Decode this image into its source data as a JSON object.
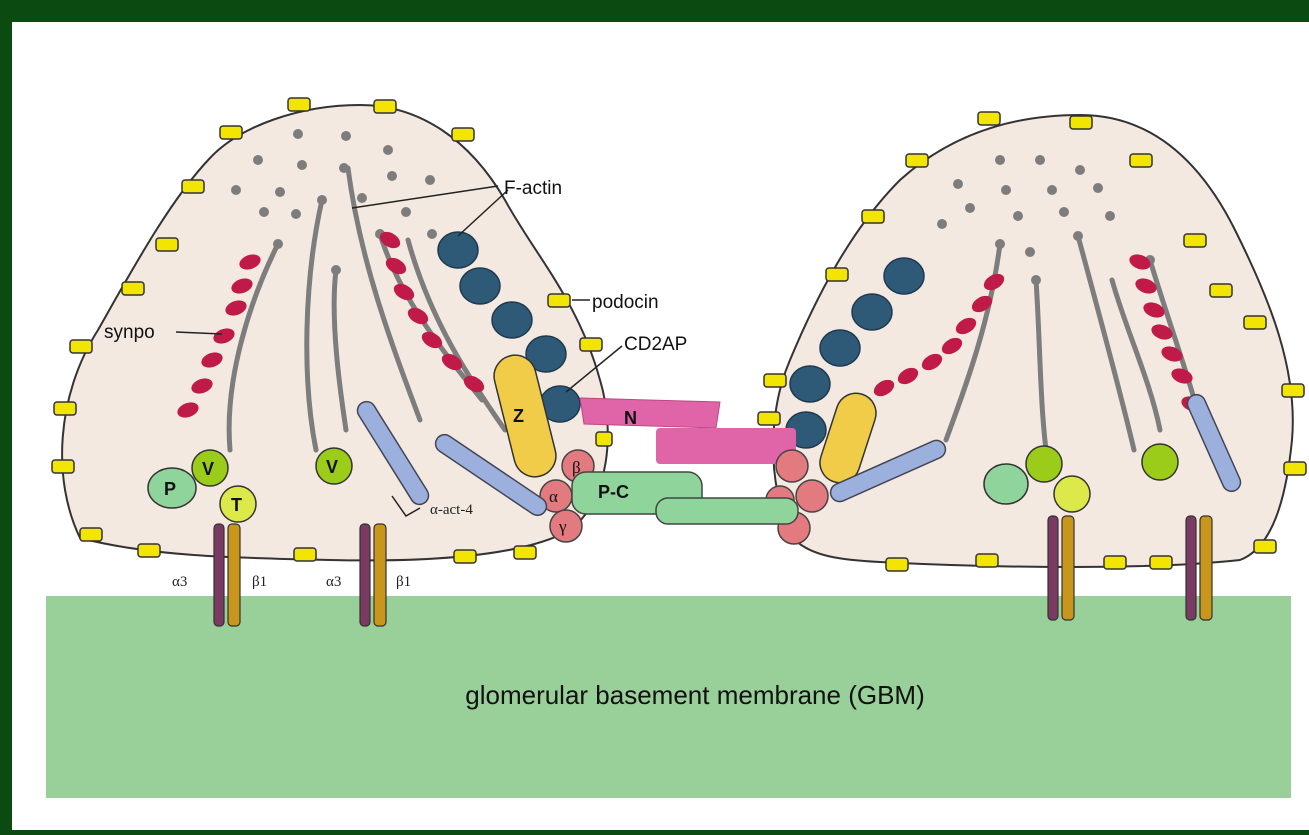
{
  "diagram": {
    "labels": {
      "f_actin": "F-actin",
      "podocin": "podocin",
      "cd2ap": "CD2AP",
      "synpo": "synpo",
      "alpha_act4": "α-act-4",
      "alpha3_a": "α3",
      "beta1_a": "β1",
      "alpha3_b": "α3",
      "beta1_b": "β1",
      "gbm": "glomerular basement membrane (GBM)"
    },
    "proteins": {
      "p": "P",
      "v1": "V",
      "t": "T",
      "v2": "V",
      "z": "Z",
      "n": "N",
      "pc": "P-C",
      "beta": "β",
      "alpha": "α",
      "gamma": "γ"
    },
    "colors": {
      "frame": "#0b4a10",
      "panel": "#ffffff",
      "cell": "#f3e9e1",
      "gbm": "#99cf98",
      "yellow_protein": "#f2e600",
      "dark_protein": "#2e5a78",
      "red_protein": "#c01a48",
      "zo1": "#f0cc48",
      "nephrin": "#e064a8",
      "catenin": "#e27a80",
      "p_cadherin": "#8fd49b",
      "actinin": "#9bb0dc",
      "integrin_alpha": "#7a3a62",
      "integrin_beta": "#c8961a"
    }
  }
}
